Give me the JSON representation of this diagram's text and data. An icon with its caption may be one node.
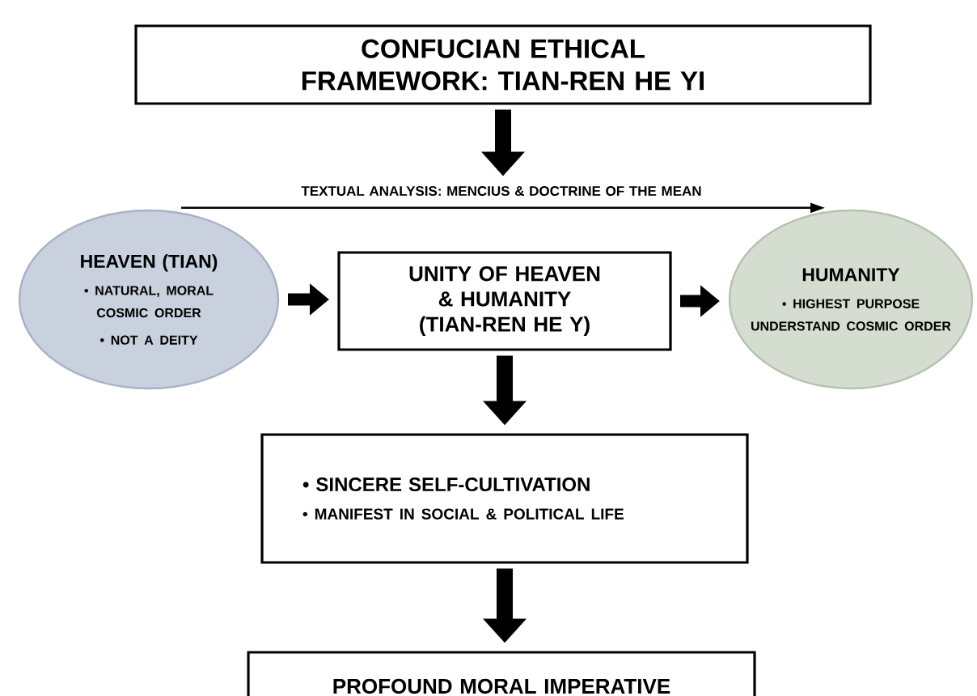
{
  "diagram": {
    "nodes": [
      {
        "text": [
          "CONFUCIAN ETHICAL FRAMEWORK: TIAN-REN HE YI"
        ]
      },
      {
        "text": [
          "TEXTUAL ANALYSIS: MENCIUS & DOCTRINE OF THE MEAN"
        ]
      },
      {
        "text": [
          "HEAVEN (TIAN)",
          "• NATURAL, MORAL COSMIC ORDER",
          "• NOT A DEITY"
        ]
      },
      {
        "text": [
          "UNITY OF HEAVEN & HUMANITY (TIAN-REN HE Y)"
        ]
      },
      {
        "text": [
          "HUMANITY",
          "• HIGHEST PURPOSE UNDERSTAND COSMIC ORDER"
        ]
      },
      {
        "text": [
          "• SINCERE SELF-CULTIVATION",
          "• MANIFEST IN SOCIAL & POLITICAL LIFE"
        ]
      },
      {
        "text": [
          "PROFOUND MORAL IMPERATIVE"
        ]
      }
    ],
    "edges": [
      {
        "from": 0,
        "to": 1,
        "arrow": "to"
      },
      {
        "from": 2,
        "to": 4,
        "arrow": "to"
      },
      {
        "from": 2,
        "to": 3,
        "arrow": "to"
      },
      {
        "from": 3,
        "to": 4,
        "arrow": "to"
      },
      {
        "from": 3,
        "to": 5,
        "arrow": "to"
      },
      {
        "from": 5,
        "to": 6,
        "arrow": "to"
      }
    ]
  }
}
